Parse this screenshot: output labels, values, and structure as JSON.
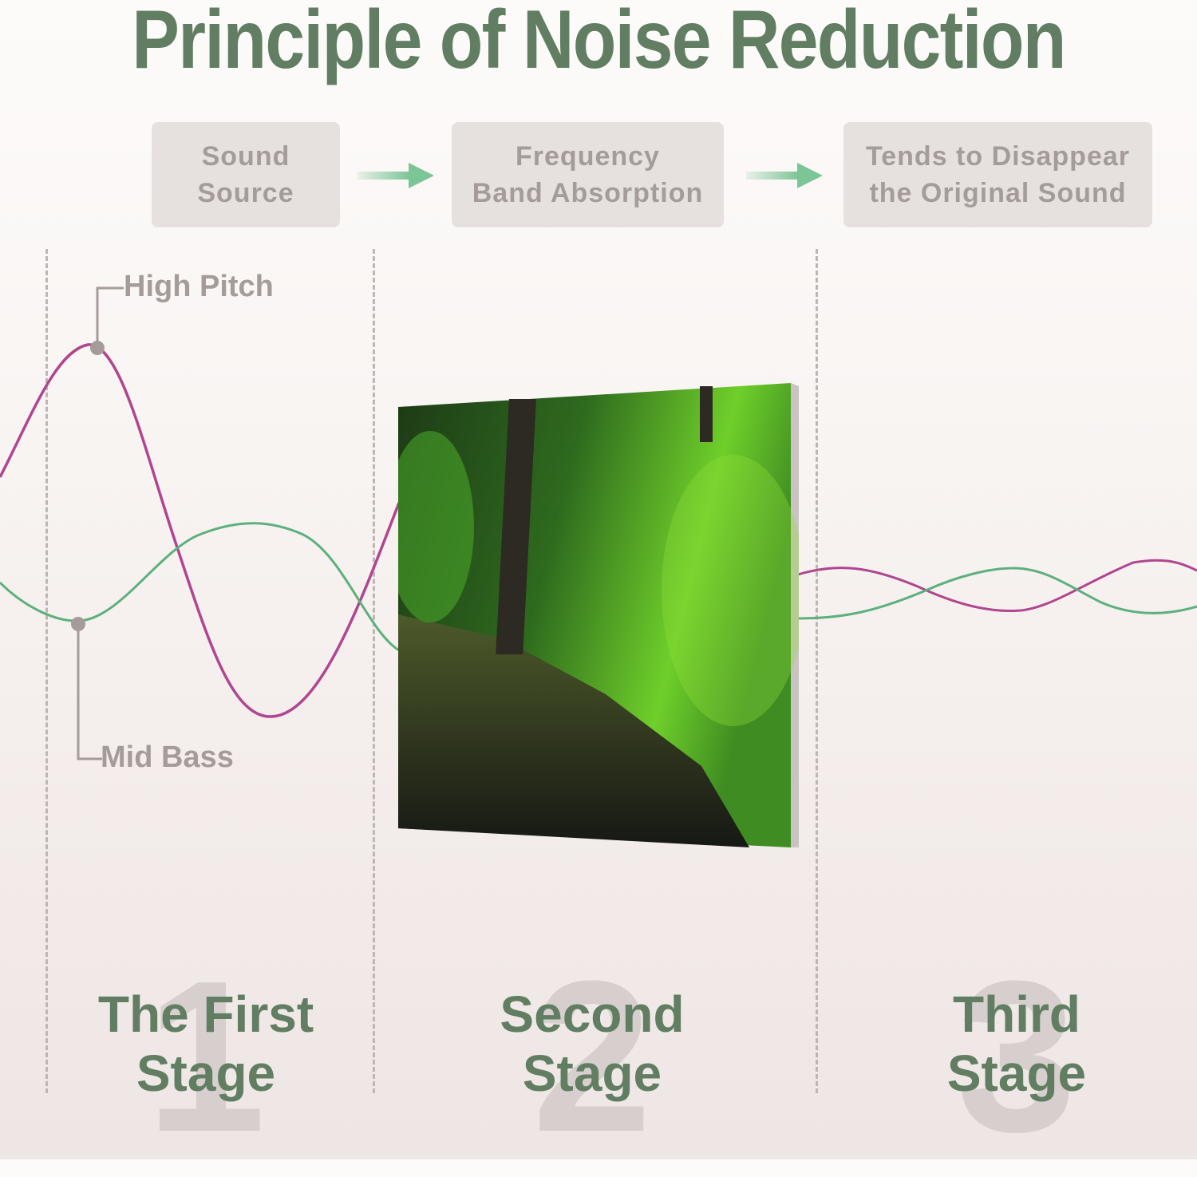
{
  "title": "Principle of Noise Reduction",
  "flow": {
    "steps": [
      {
        "line1": "Sound",
        "line2": "Source"
      },
      {
        "line1": "Frequency",
        "line2": "Band Absorption"
      },
      {
        "line1": "Tends to Disappear",
        "line2": "the Original Sound"
      }
    ],
    "arrow_icon": "right-arrow-icon"
  },
  "callouts": {
    "high_pitch": "High Pitch",
    "mid_bass": "Mid Bass"
  },
  "stages": [
    {
      "number": "1",
      "line1": "The First",
      "line2": "Stage"
    },
    {
      "number": "2",
      "line1": "Second",
      "line2": "Stage"
    },
    {
      "number": "3",
      "line1": "Third",
      "line2": "Stage"
    }
  ],
  "panel": {
    "image": "forest-acoustic-panel"
  },
  "colors": {
    "title_green": "#617d62",
    "box_bg": "#e6e1df",
    "box_text": "#a59c9a",
    "high_pitch_wave": "#b0468f",
    "mid_bass_wave": "#5db07e",
    "arrow_green": "#7cc596"
  }
}
